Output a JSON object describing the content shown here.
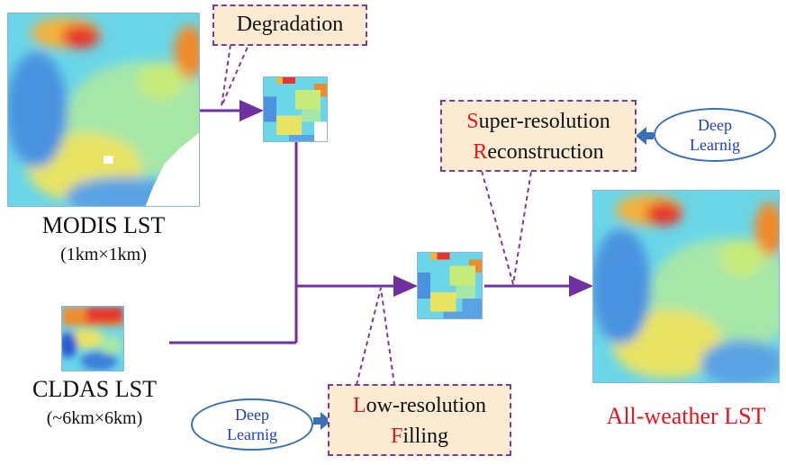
{
  "modis": {
    "name": "MODIS LST",
    "resolution": "(1km×1km)"
  },
  "cldas": {
    "name": "CLDAS LST",
    "resolution": "(~6km×6km)"
  },
  "degradation": {
    "label": "Degradation"
  },
  "super_resolution": {
    "line1_initial": "S",
    "line1_rest": "uper-resolution",
    "line2_initial": "R",
    "line2_rest": "econstruction"
  },
  "low_resolution": {
    "line1_initial": "L",
    "line1_rest": "ow-resolution",
    "line2_initial": "F",
    "line2_rest": "illing"
  },
  "deep_learning_top": {
    "line1": "Deep",
    "line2": "Learnig"
  },
  "deep_learning_bottom": {
    "line1": "Deep",
    "line2": "Learnig"
  },
  "output": {
    "name": "All-weather LST"
  },
  "colors": {
    "arrow": "#7030a0",
    "callout_fill": "#faebd2",
    "callout_border": "#7a3c9a",
    "accent_red": "#e8141c",
    "deep_learning_text": "#1f3fbf",
    "map_cold": "#3a7fd8",
    "map_mid": "#5fd1e6",
    "map_warm": "#f4e04a",
    "map_hot": "#e8342a"
  }
}
